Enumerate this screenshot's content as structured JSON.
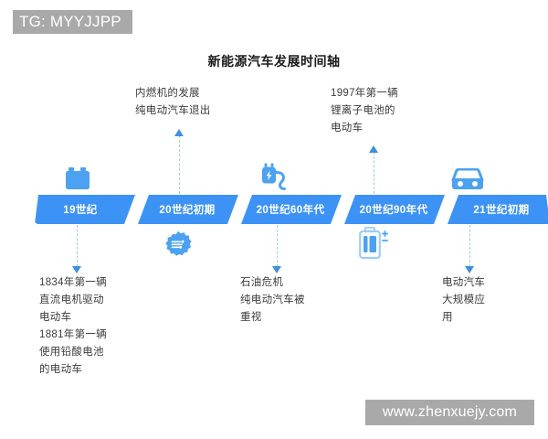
{
  "watermarks": {
    "telegram": "TG: MYYJJPP",
    "site": "www.zhenxuejy.com"
  },
  "header": {
    "title": "新能源汽车发展时间轴"
  },
  "colors": {
    "bar_blue": "#3d93f5",
    "connector_blue": "#9dc8f7",
    "arrow_blue": "#3d8fe0",
    "icon_blue": "#4ca2f0",
    "text_dark": "#3c3c3c",
    "watermark_gray": "#a9a9a9"
  },
  "timeline": {
    "segments": [
      {
        "label": "19世纪",
        "icon": "car-battery-icon",
        "icon_position": "above"
      },
      {
        "label": "20世纪初期",
        "icon": "gear-icon",
        "icon_position": "below"
      },
      {
        "label": "20世纪60年代",
        "icon": "ev-charger-icon",
        "icon_position": "above"
      },
      {
        "label": "20世纪90年代",
        "icon": "lithium-battery-icon",
        "icon_position": "below"
      },
      {
        "label": "21世纪初期",
        "icon": "car-front-icon",
        "icon_position": "above"
      }
    ]
  },
  "annotations": {
    "above": [
      {
        "for_segment": "20世纪初期",
        "text": "内燃机的发展\n纯电动汽车退出"
      },
      {
        "for_segment": "20世纪90年代",
        "text": "1997年第一辆\n锂离子电池的\n电动车"
      }
    ],
    "below": [
      {
        "for_segment": "19世纪",
        "text": "1834年第一辆\n直流电机驱动\n电动车\n1881年第一辆\n使用铅酸电池\n的电动车"
      },
      {
        "for_segment": "20世纪60年代",
        "text": "石油危机\n纯电动汽车被\n重视"
      },
      {
        "for_segment": "21世纪初期",
        "text": "电动汽车\n大规模应\n用"
      }
    ]
  }
}
